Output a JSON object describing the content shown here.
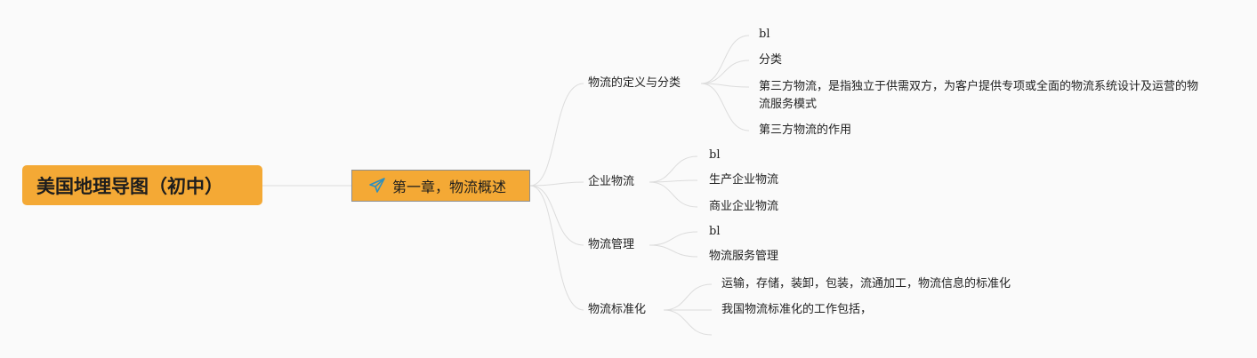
{
  "root": {
    "title": "美国地理导图（初中）"
  },
  "chapter": {
    "title": "第一章，物流概述",
    "icon": "paper-plane-icon"
  },
  "topics": [
    {
      "label": "物流的定义与分类",
      "children": [
        "bl",
        "分类",
        "第三方物流，是指独立于供需双方，为客户提供专项或全面的物流系统设计及运营的物流服务模式",
        "第三方物流的作用"
      ]
    },
    {
      "label": "企业物流",
      "children": [
        "bl",
        "生产企业物流",
        "商业企业物流"
      ]
    },
    {
      "label": "物流管理",
      "children": [
        "bl",
        "物流服务管理"
      ]
    },
    {
      "label": "物流标准化",
      "children": [
        "运输，存储，装卸，包装，流通加工，物流信息的标准化",
        "我国物流标准化的工作包括，",
        ""
      ]
    }
  ],
  "colors": {
    "node_fill": "#f4a935",
    "line": "#dcdcdc",
    "icon": "#2e8fbf"
  }
}
